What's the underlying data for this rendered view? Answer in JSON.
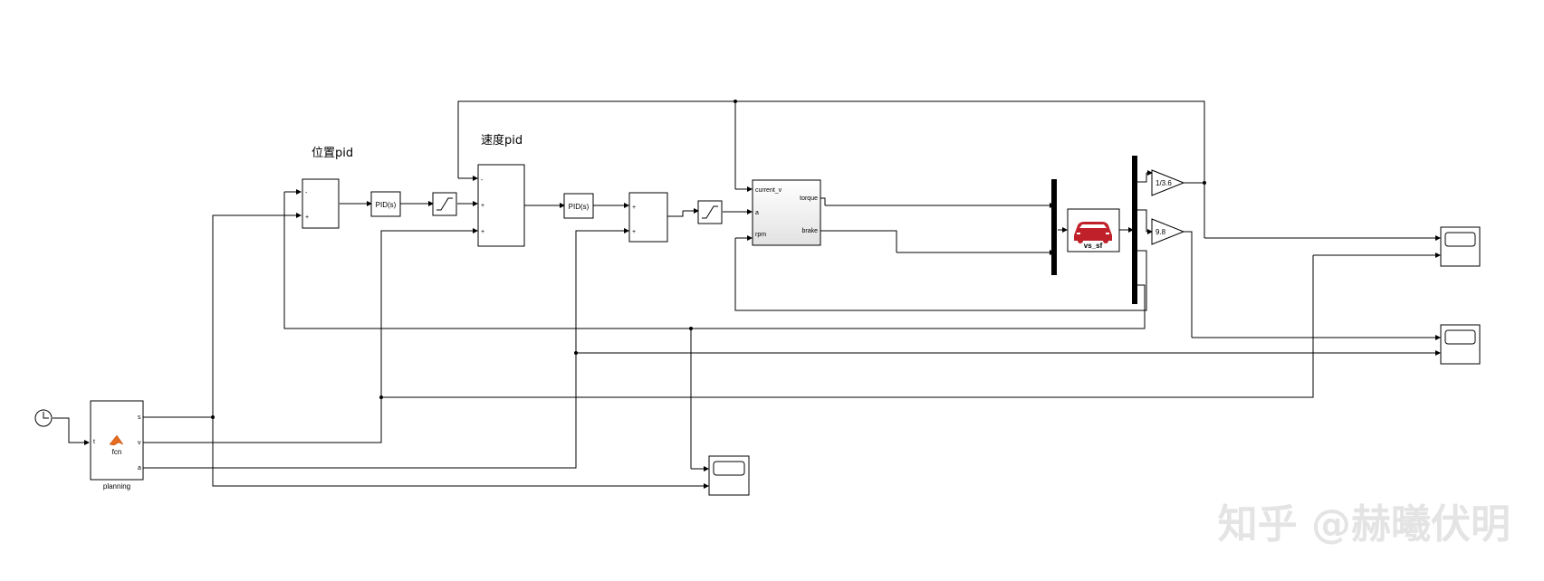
{
  "labels": {
    "position_pid": "位置pid",
    "speed_pid": "速度pid"
  },
  "planning": {
    "fn_label": "fcn",
    "block_label": "planning",
    "in_port": "t",
    "out_s": "s",
    "out_v": "v",
    "out_a": "a"
  },
  "sum1": {
    "minus": "-",
    "plus": "+"
  },
  "pid1": {
    "label": "PID(s)"
  },
  "sum2": {
    "minus": "-",
    "plus1": "+",
    "plus2": "+"
  },
  "pid2": {
    "label": "PID(s)"
  },
  "sum3": {
    "plus1": "+",
    "plus2": "+"
  },
  "controller": {
    "in_current_v": "current_v",
    "in_a": "a",
    "in_rpm": "rpm",
    "out_torque": "torque",
    "out_brake": "brake"
  },
  "vehicle": {
    "label": "vs_sf",
    "car_color": "#c0202a"
  },
  "gain1": {
    "label": "1/3.6"
  },
  "gain2": {
    "label": "9.8"
  },
  "watermark": "知乎 @赫曦伏明"
}
